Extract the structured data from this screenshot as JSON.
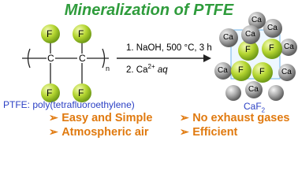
{
  "title": "Mineralization of PTFE",
  "structure": {
    "fluorine": "F",
    "carbon": "C",
    "subscript_n": "n",
    "caption": "PTFE: poly(tetrafluoroethylene)"
  },
  "reaction": {
    "step1": "1. NaOH, 500 °C, 3 h",
    "step2_prefix": "2. Ca",
    "step2_sup": "2+",
    "step2_suffix": "aq"
  },
  "product": {
    "calcium": "Ca",
    "fluorine": "F",
    "formula_main": "CaF",
    "formula_sub": "2"
  },
  "features": {
    "bullet_glyph": "➢",
    "items": [
      "Easy and Simple",
      "No exhaust gases",
      "Atmospheric air",
      "Efficient"
    ]
  },
  "colors": {
    "title_green": "#2f9c3c",
    "fluorine_green": "#b5d631",
    "calcium_gray": "#8f8f8f",
    "caption_blue": "#2a3fc4",
    "feature_orange": "#e07a10"
  }
}
